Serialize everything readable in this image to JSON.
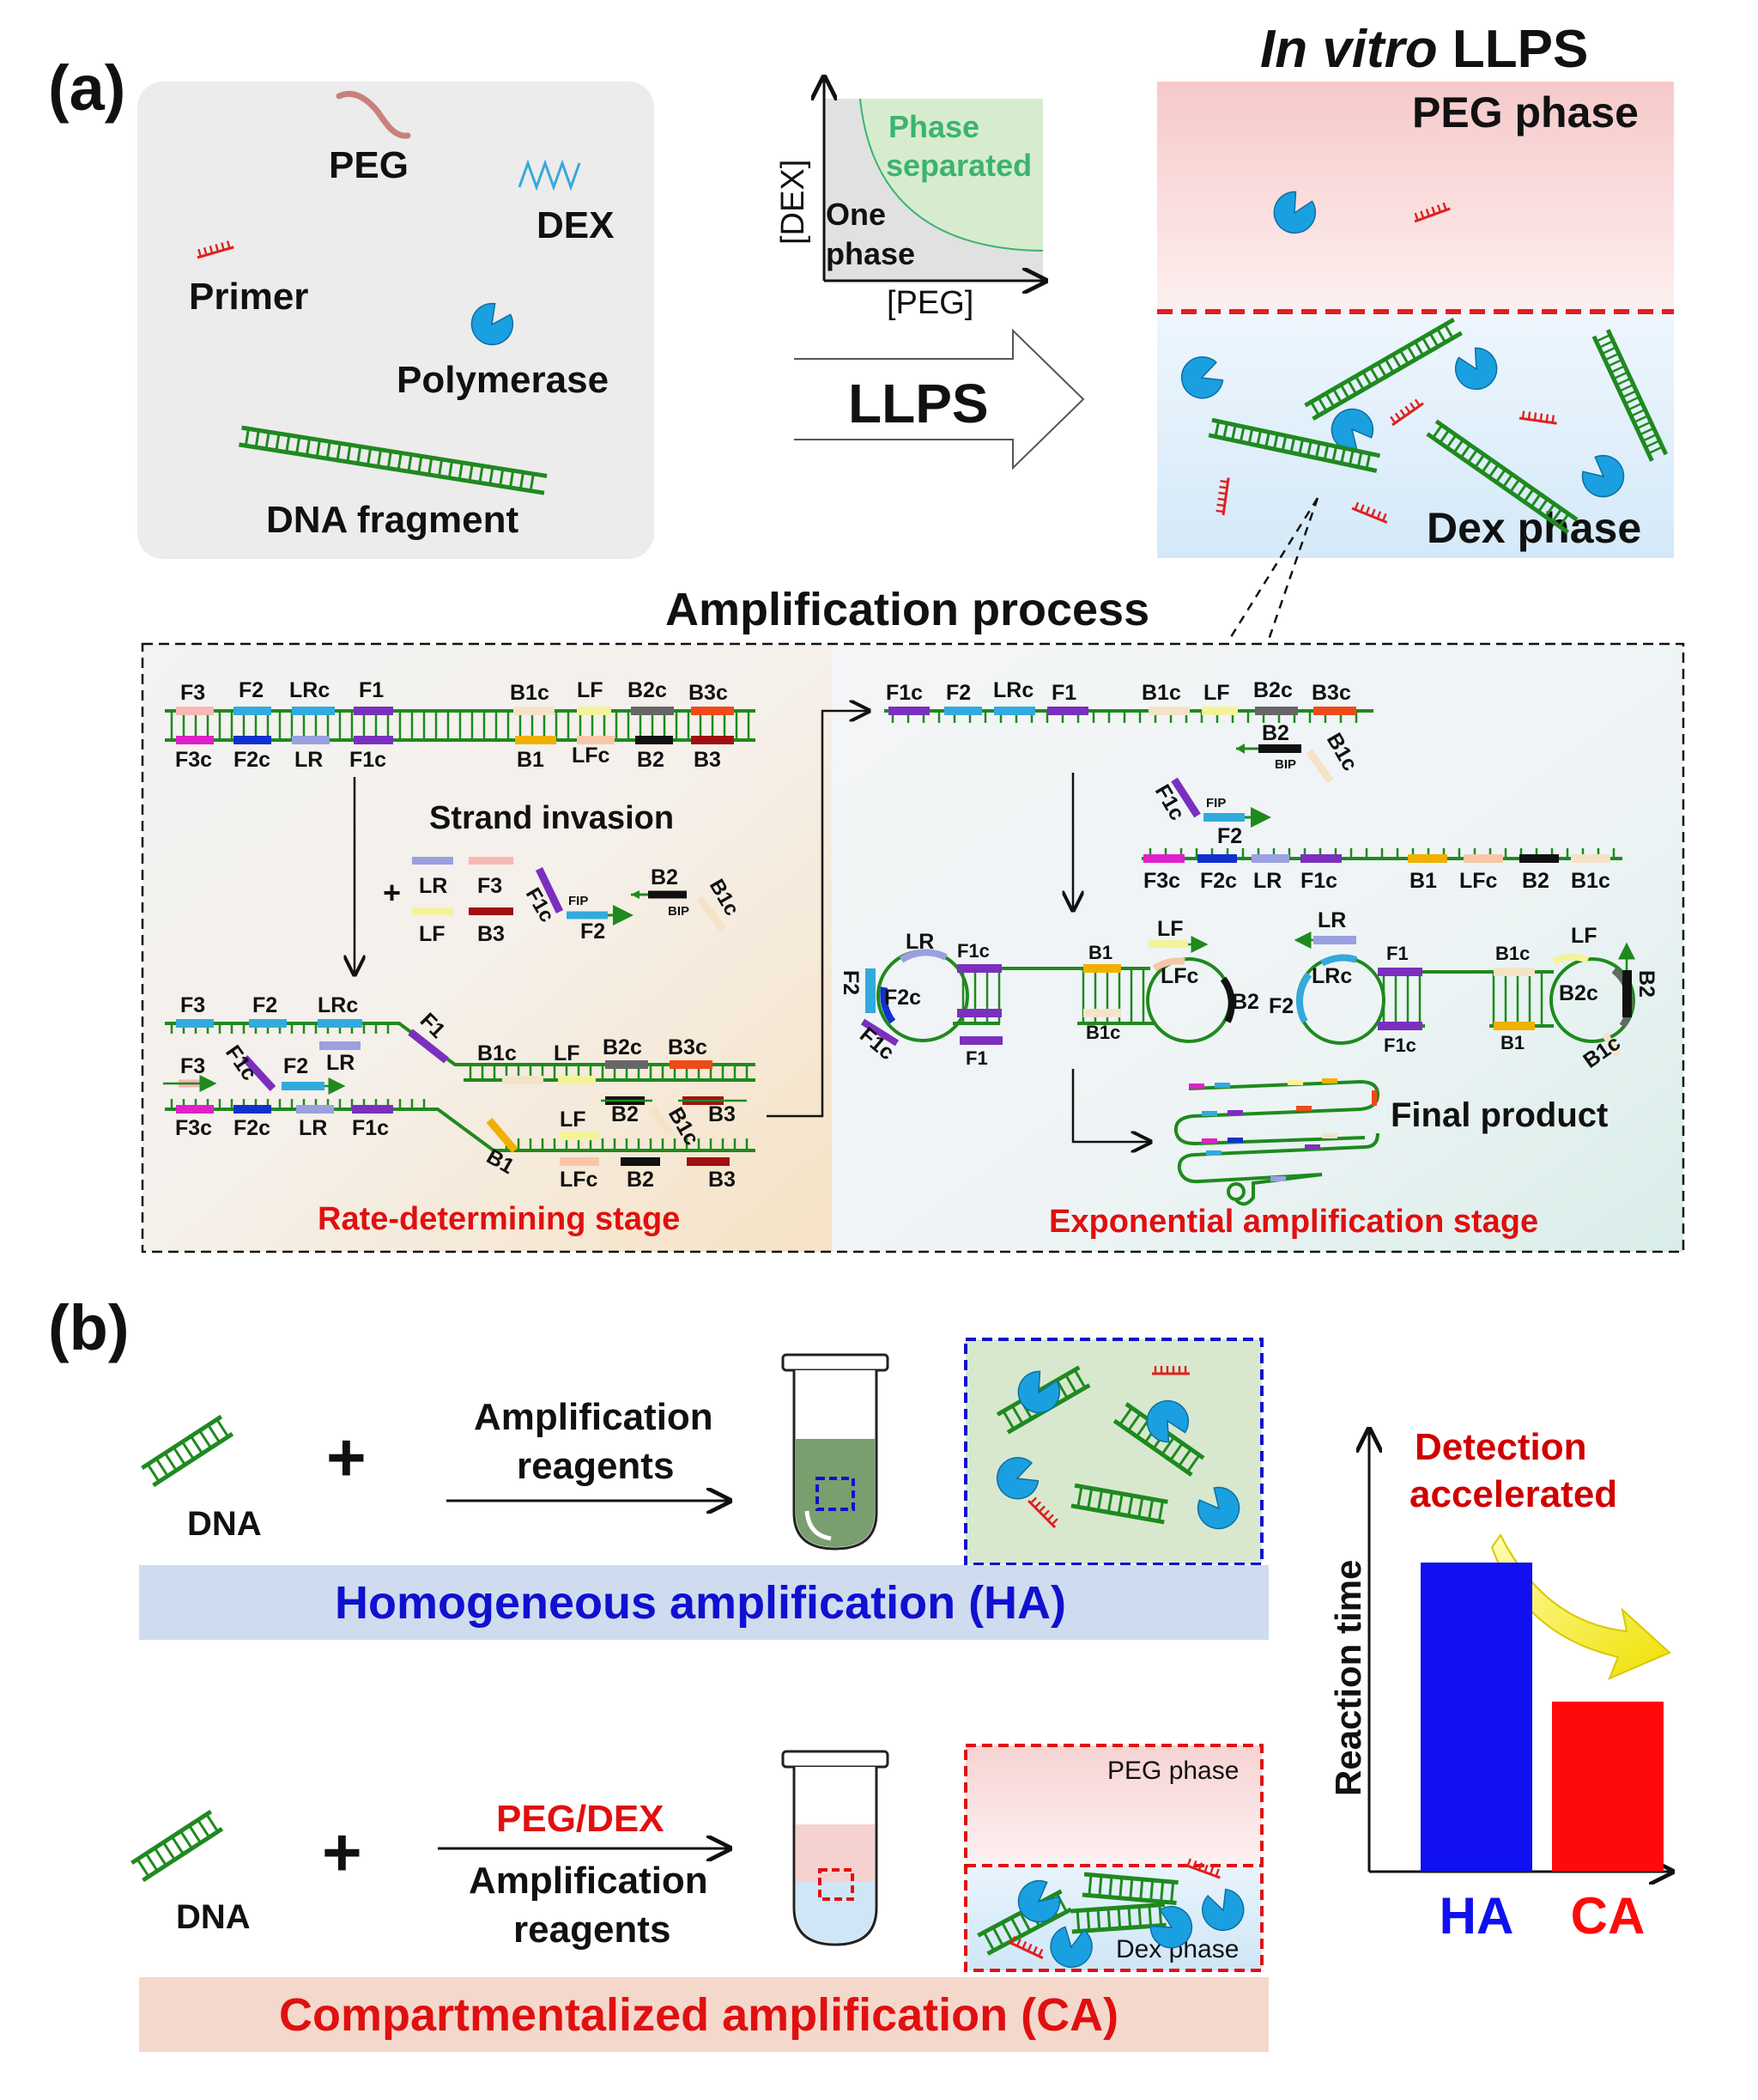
{
  "panel_a": {
    "label": "(a)",
    "components": {
      "peg": "PEG",
      "dex": "DEX",
      "primer": "Primer",
      "polymerase": "Polymerase",
      "dna_fragment": "DNA fragment"
    },
    "phase_diagram": {
      "y_axis": "[DEX]",
      "x_axis": "[PEG]",
      "region_separated_1": "Phase",
      "region_separated_2": "separated",
      "region_one_1": "One",
      "region_one_2": "phase"
    },
    "llps_arrow": "LLPS",
    "in_vitro_title_italic": "In vitro",
    "in_vitro_title_rest": " LLPS",
    "peg_phase": "PEG phase",
    "dex_phase": "Dex phase",
    "amplification_title": "Amplification process",
    "strand_invasion": "Strand invasion",
    "plus": "+",
    "rate_stage": "Rate-determining stage",
    "exp_stage": "Exponential amplification stage",
    "final_product": "Final product",
    "seg": {
      "F3": "F3",
      "F2": "F2",
      "LRc": "LRc",
      "F1": "F1",
      "B1c": "B1c",
      "LF": "LF",
      "B2c": "B2c",
      "B3c": "B3c",
      "F3c": "F3c",
      "F2c": "F2c",
      "LR": "LR",
      "F1c": "F1c",
      "B1": "B1",
      "LFc": "LFc",
      "B2": "B2",
      "B3": "B3",
      "FIP": "FIP",
      "BIP": "BIP"
    }
  },
  "panel_b": {
    "label": "(b)",
    "dna": "DNA",
    "plus": "+",
    "amp_line1": "Amplification",
    "amp_line2": "reagents",
    "ha_banner": "Homogeneous amplification (HA)",
    "pegdex": "PEG/DEX",
    "ca_banner": "Compartmentalized amplification (CA)",
    "peg_phase": "PEG phase",
    "dex_phase": "Dex phase",
    "detection_1": "Detection",
    "detection_2": "accelerated",
    "y_axis": "Reaction time"
  },
  "chart_data": {
    "type": "bar",
    "categories": [
      "HA",
      "CA"
    ],
    "values": [
      1.0,
      0.55
    ],
    "ylabel": "Reaction time",
    "colors": [
      "#1010f0",
      "#ff0a0a"
    ]
  },
  "colors": {
    "dna_green": "#1e8a1e",
    "polymerase_blue": "#1aa0e0",
    "primer_red": "#e02020",
    "accent_red": "#e01010",
    "accent_blue": "#1010d0"
  }
}
